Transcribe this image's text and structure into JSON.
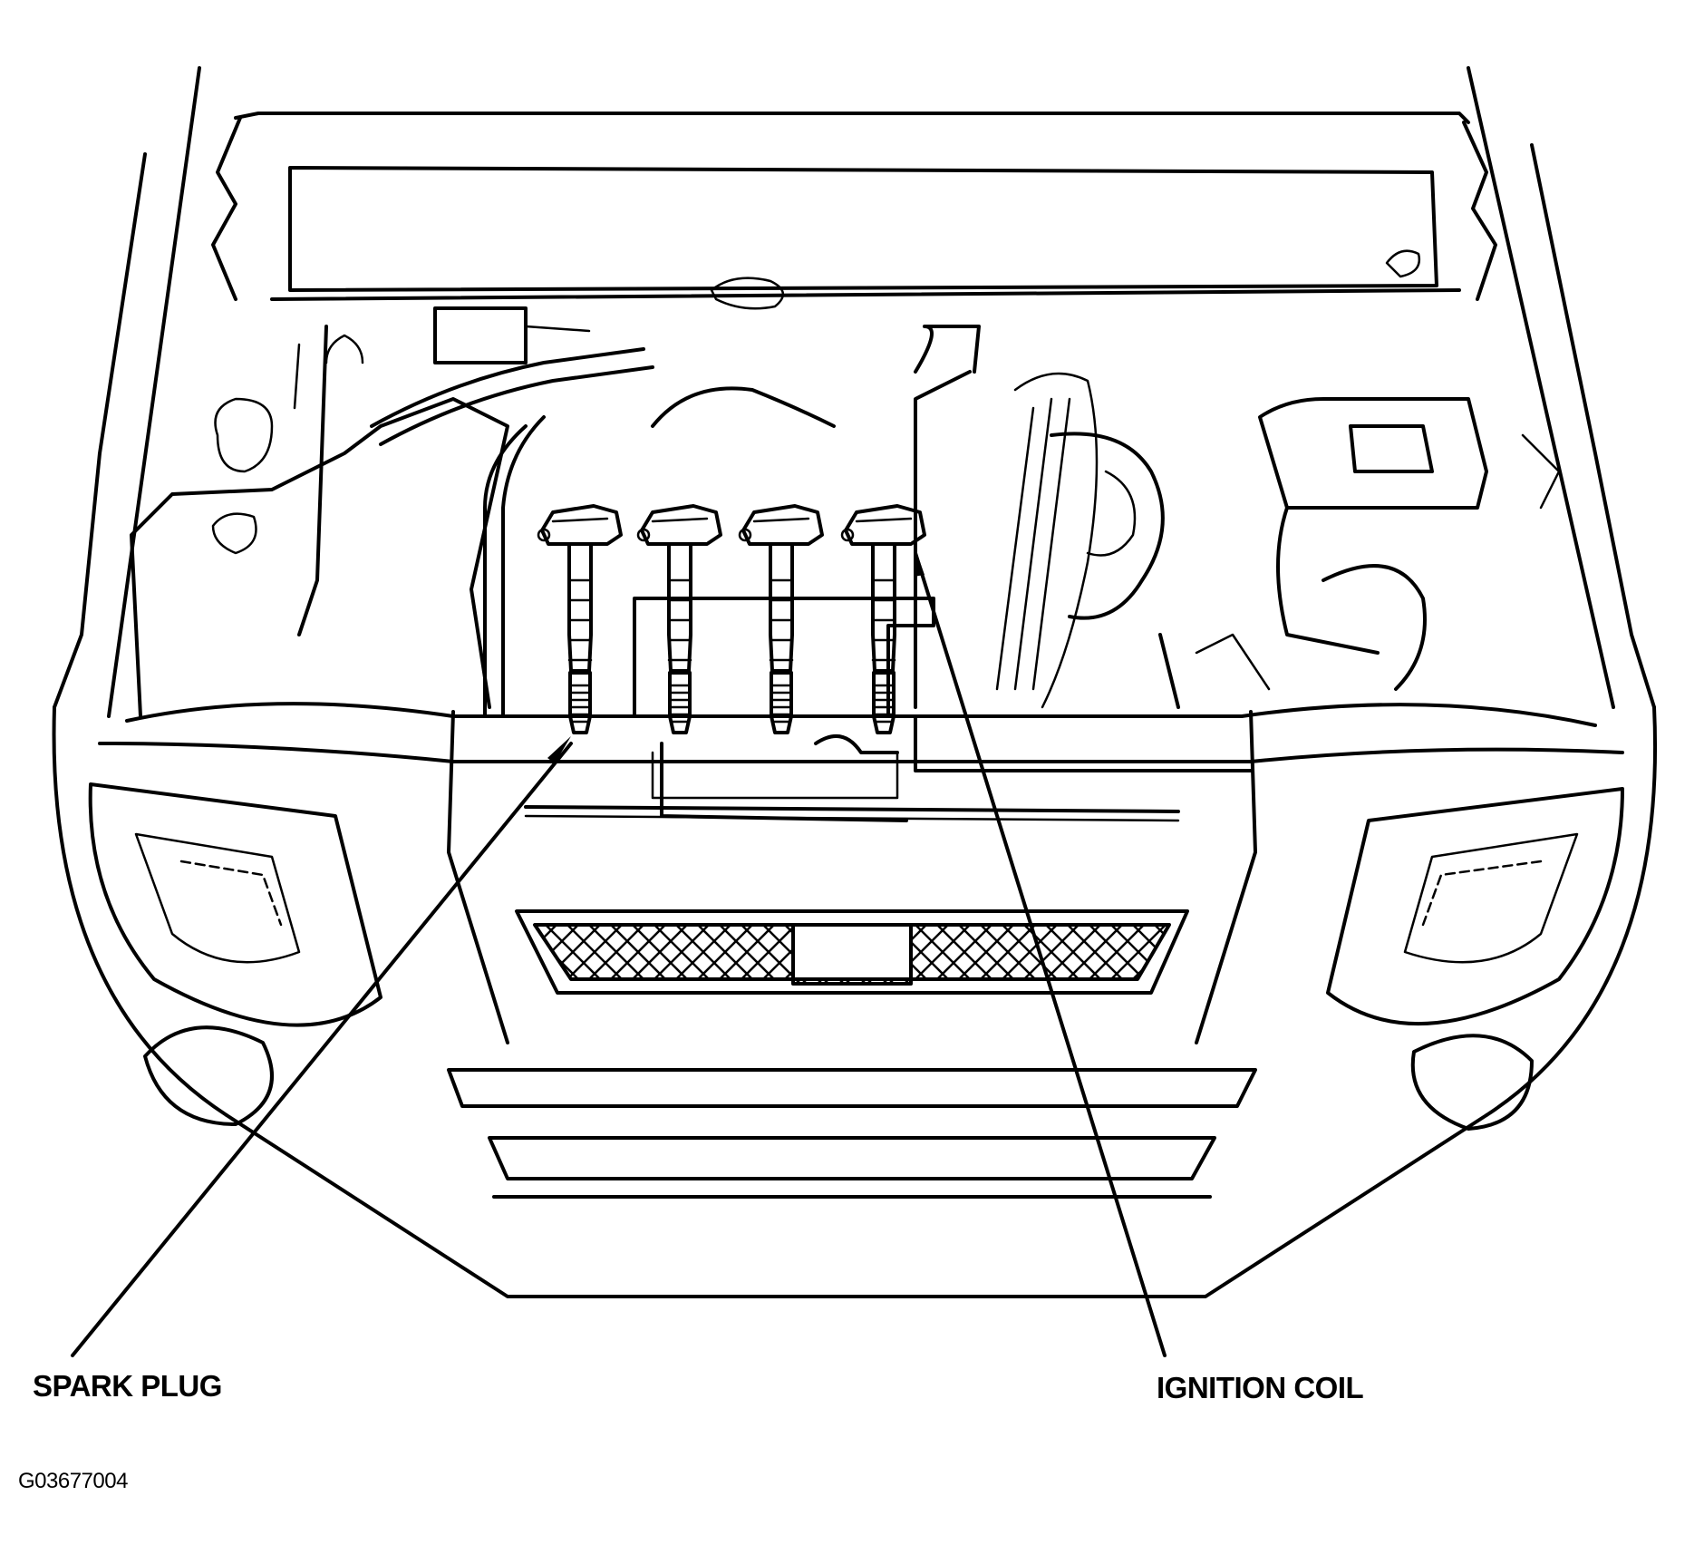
{
  "figure": {
    "callouts": [
      {
        "id": "spark_plug",
        "label": "SPARK PLUG"
      },
      {
        "id": "ignition_coil",
        "label": "IGNITION COIL"
      }
    ],
    "figure_id": "G03677004",
    "colors": {
      "line": "#000000",
      "background": "#ffffff"
    }
  }
}
